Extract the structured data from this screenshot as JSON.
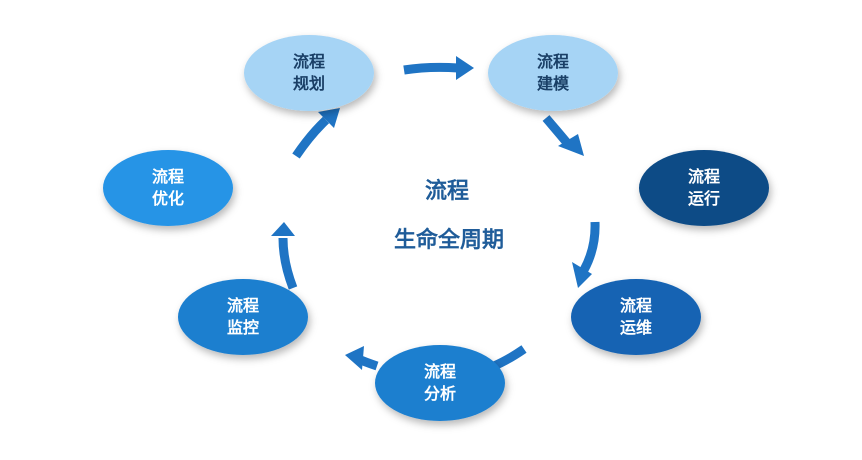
{
  "center": {
    "line1": "流程",
    "line2": "生命全周期"
  },
  "nodes": [
    {
      "id": "plan",
      "line1": "流程",
      "line2": "规划",
      "fill": "#a6d4f5",
      "text_color": "#1a3f66"
    },
    {
      "id": "model",
      "line1": "流程",
      "line2": "建模",
      "fill": "#a6d4f5",
      "text_color": "#1a3f66"
    },
    {
      "id": "run",
      "line1": "流程",
      "line2": "运行",
      "fill": "#0d4b86",
      "text_color": "#ffffff"
    },
    {
      "id": "ops",
      "line1": "流程",
      "line2": "运维",
      "fill": "#1463b3",
      "text_color": "#ffffff"
    },
    {
      "id": "analyze",
      "line1": "流程",
      "line2": "分析",
      "fill": "#1f7fcf",
      "text_color": "#ffffff"
    },
    {
      "id": "monitor",
      "line1": "流程",
      "line2": "监控",
      "fill": "#1f7fcf",
      "text_color": "#ffffff"
    },
    {
      "id": "optimize",
      "line1": "流程",
      "line2": "优化",
      "fill": "#2894e6",
      "text_color": "#ffffff"
    }
  ],
  "colors": {
    "arrow": "#1f74c4",
    "center_text": "#1f5c99"
  }
}
